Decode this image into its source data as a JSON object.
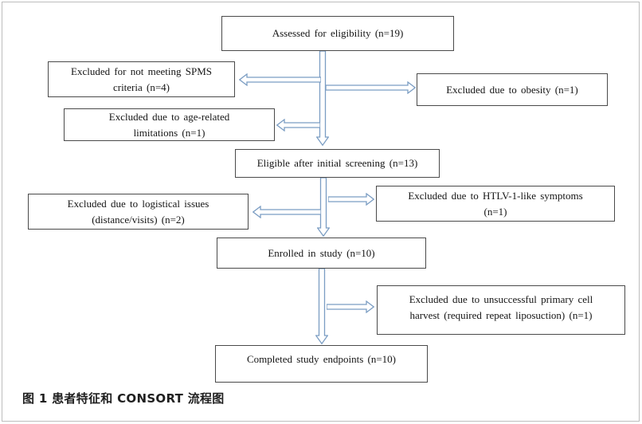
{
  "page": {
    "caption": "图 1 患者特征和 CONSORT 流程图",
    "background": "#ffffff",
    "frame_border_color": "#bdbdbd"
  },
  "colors": {
    "box_border": "#4a4a4a",
    "box_fill": "#ffffff",
    "arrow_stroke": "#7b9dc3",
    "arrow_fill": "#ffffff",
    "text": "#151515"
  },
  "flowchart": {
    "type": "consort-flow-diagram",
    "nodes": [
      {
        "id": "assessed",
        "text": "Assessed for eligibility (n=19)"
      },
      {
        "id": "excluded-spms",
        "text": "Excluded for not meeting SPMS\ncriteria (n=4)"
      },
      {
        "id": "excluded-obesity",
        "text": "Excluded due to obesity (n=1)"
      },
      {
        "id": "excluded-age",
        "text": "Excluded due to age-related\nlimitations (n=1)"
      },
      {
        "id": "eligible",
        "text": "Eligible after initial screening (n=13)"
      },
      {
        "id": "excluded-htlv",
        "text": "Excluded due to HTLV-1-like symptoms\n(n=1)"
      },
      {
        "id": "excluded-logistical",
        "text": "Excluded due to logistical issues\n(distance/visits) (n=2)"
      },
      {
        "id": "enrolled",
        "text": "Enrolled in study (n=10)"
      },
      {
        "id": "excluded-harvest",
        "text": "Excluded due to unsuccessful primary cell\nharvest (required repeat liposuction) (n=1)"
      },
      {
        "id": "completed",
        "text": "Completed study endpoints (n=10)"
      }
    ],
    "edges": [
      {
        "from": "assessed",
        "to": "excluded-spms"
      },
      {
        "from": "assessed",
        "to": "excluded-obesity"
      },
      {
        "from": "assessed",
        "to": "excluded-age"
      },
      {
        "from": "assessed",
        "to": "eligible"
      },
      {
        "from": "eligible",
        "to": "excluded-htlv"
      },
      {
        "from": "eligible",
        "to": "excluded-logistical"
      },
      {
        "from": "eligible",
        "to": "enrolled"
      },
      {
        "from": "enrolled",
        "to": "excluded-harvest"
      },
      {
        "from": "enrolled",
        "to": "completed"
      }
    ]
  }
}
